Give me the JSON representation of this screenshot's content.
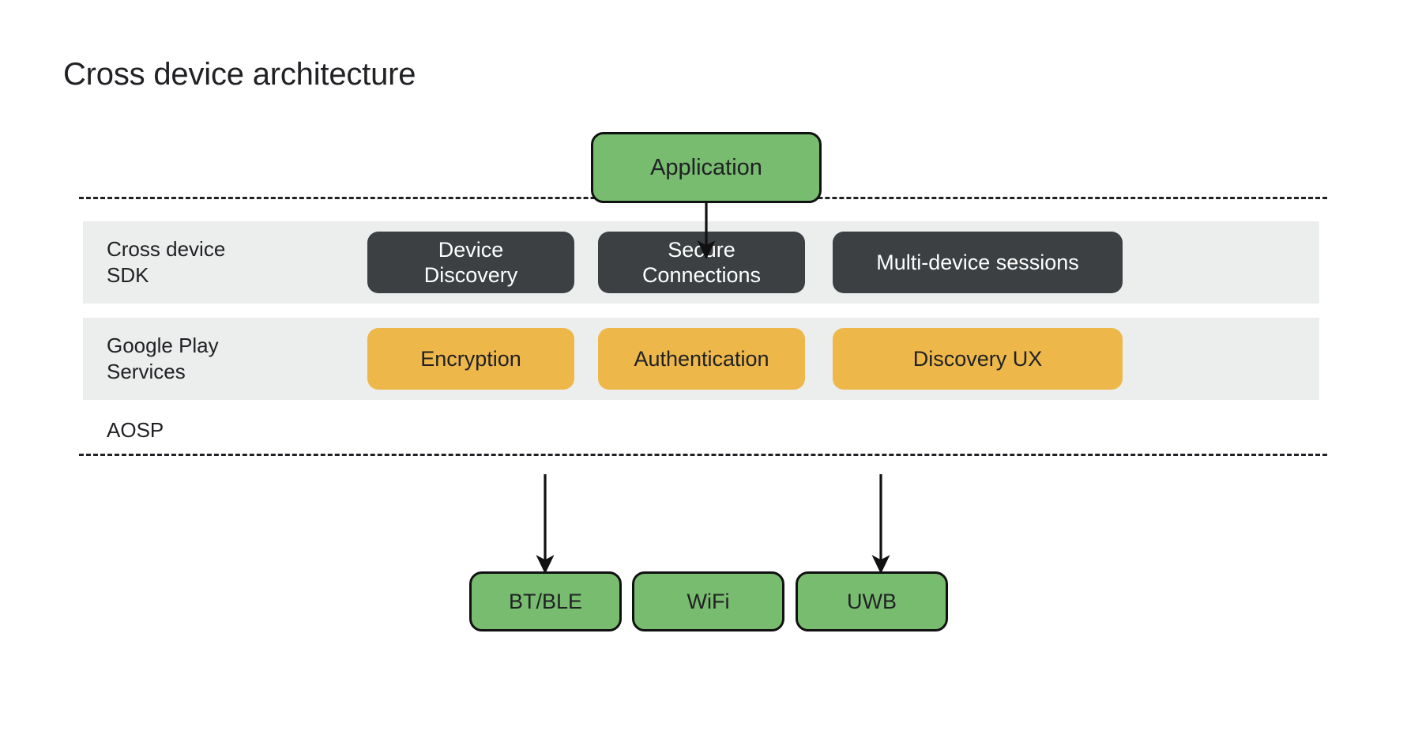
{
  "title": "Cross device architecture",
  "layers": [
    {
      "id": "cross-device-sdk",
      "label": "Cross device\nSDK"
    },
    {
      "id": "google-play-services",
      "label": "Google Play\nServices"
    },
    {
      "id": "aosp",
      "label": "AOSP"
    }
  ],
  "application": {
    "label": "Application"
  },
  "sdk_components": [
    {
      "id": "device-discovery",
      "label": "Device\nDiscovery"
    },
    {
      "id": "secure-connections",
      "label": "Secure\nConnections"
    },
    {
      "id": "multi-device-sessions",
      "label": "Multi-device sessions"
    }
  ],
  "gps_components": [
    {
      "id": "encryption",
      "label": "Encryption"
    },
    {
      "id": "authentication",
      "label": "Authentication"
    },
    {
      "id": "discovery-ux",
      "label": "Discovery UX"
    }
  ],
  "transports": [
    {
      "id": "bt-ble",
      "label": "BT/BLE"
    },
    {
      "id": "wifi",
      "label": "WiFi"
    },
    {
      "id": "uwb",
      "label": "UWB"
    }
  ],
  "colors": {
    "green": "#78bc6f",
    "amber": "#eeb749",
    "dark": "#3c4043",
    "band": "#eceded",
    "text": "#202124",
    "stroke": "#111111"
  }
}
